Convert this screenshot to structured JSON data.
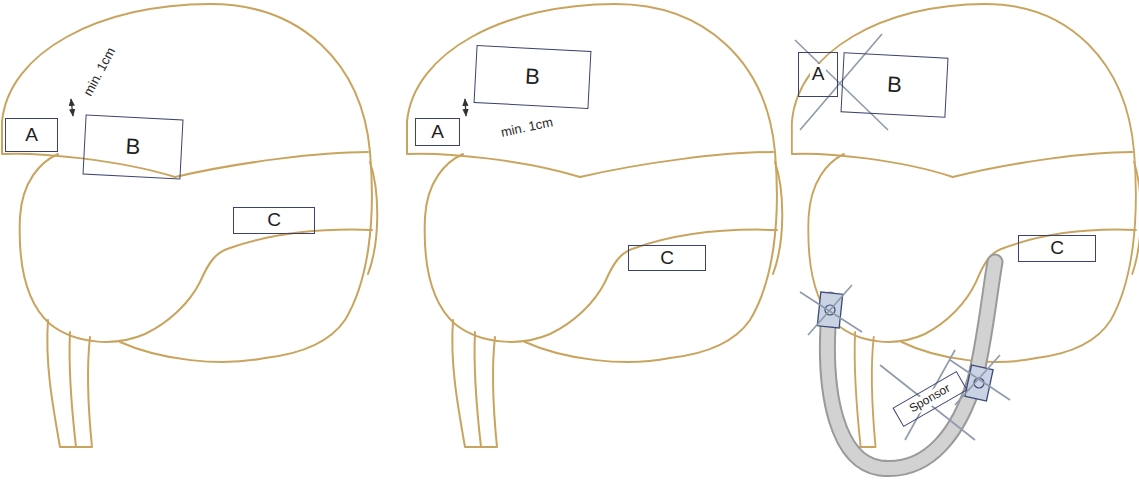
{
  "diagram": {
    "nodes": [
      {
        "text": [
          "A"
        ]
      },
      {
        "text": [
          "B"
        ]
      },
      {
        "text": [
          "C"
        ]
      },
      {
        "text": [
          "B"
        ]
      },
      {
        "text": [
          "A"
        ]
      },
      {
        "text": [
          "C"
        ]
      },
      {
        "text": [
          "A"
        ]
      },
      {
        "text": [
          "B"
        ]
      },
      {
        "text": [
          "C"
        ]
      },
      {
        "text": [
          "Sponsor"
        ]
      }
    ],
    "labels": [
      "min. 1cm",
      "min. 1cm"
    ]
  }
}
